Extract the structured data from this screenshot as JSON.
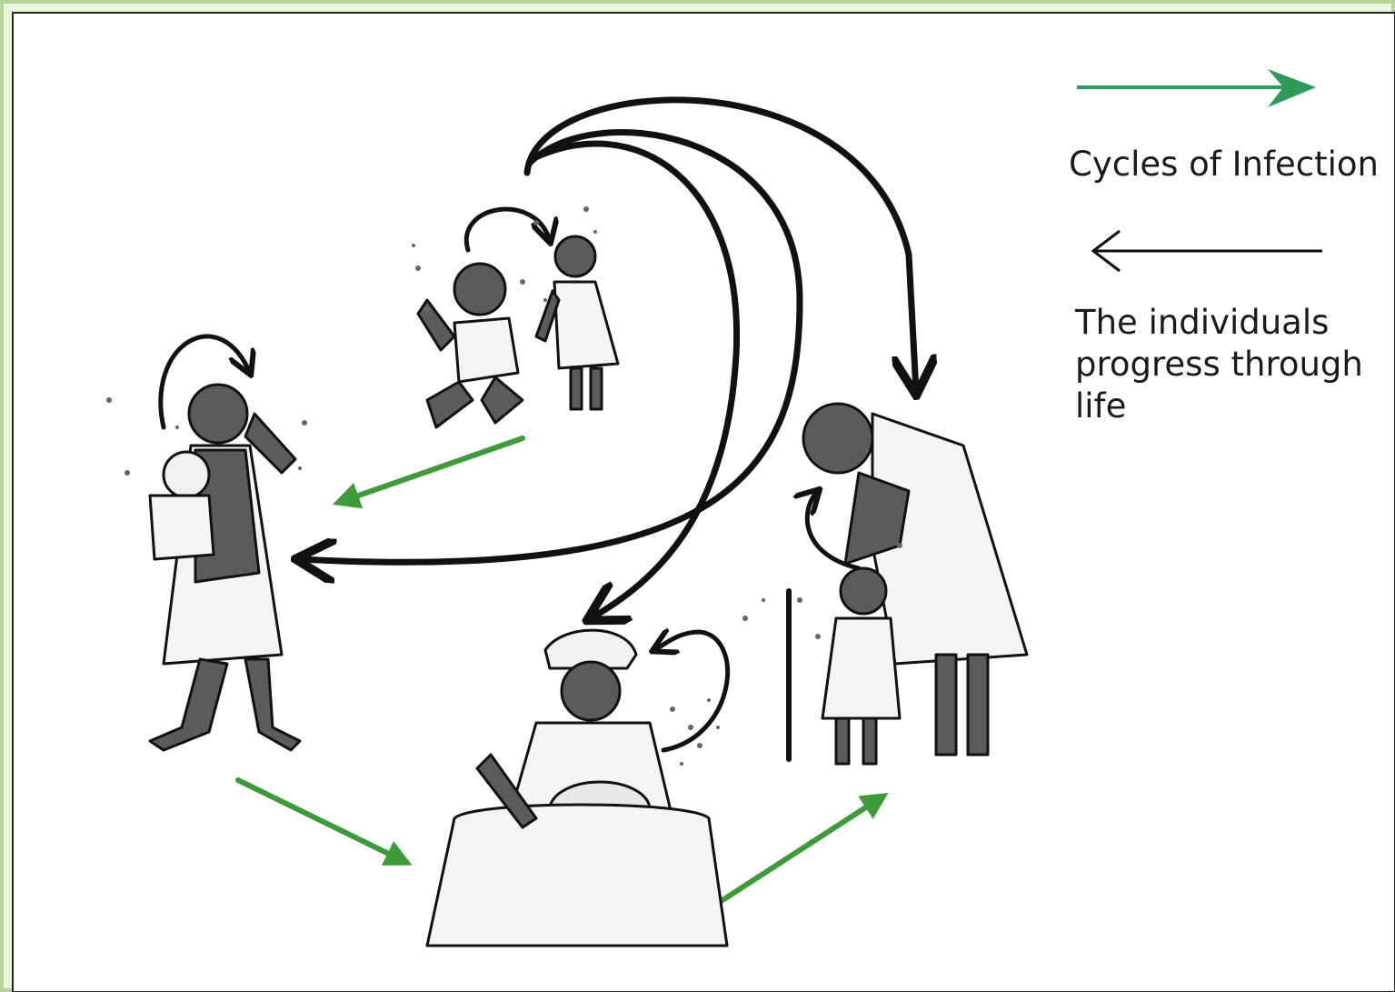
{
  "colors": {
    "frame_border": "#b5d39a",
    "frame_bg": "#eaf3dc",
    "panel_bg": "#ffffff",
    "green_arrow": "#2e9a5a",
    "illustration_green": "#3f9a3b",
    "black_arrow": "#111111",
    "figure_fill": "#5b5b5b"
  },
  "legend": {
    "green_arrow": {
      "icon": "green-arrow-right-icon",
      "label": "Cycles of Infection"
    },
    "black_arrow": {
      "icon": "black-arrow-left-icon",
      "label": "The individuals progress through life"
    }
  },
  "illustration": {
    "figures": [
      "toddler-sitting-figure",
      "child-standing-figure",
      "young-woman-carrying-baby-figure",
      "mother-breastfeeding-figure",
      "elderly-woman-with-child-figure"
    ],
    "icons": [
      "curved-black-arrow-icon",
      "green-progress-arrow-icon"
    ]
  }
}
